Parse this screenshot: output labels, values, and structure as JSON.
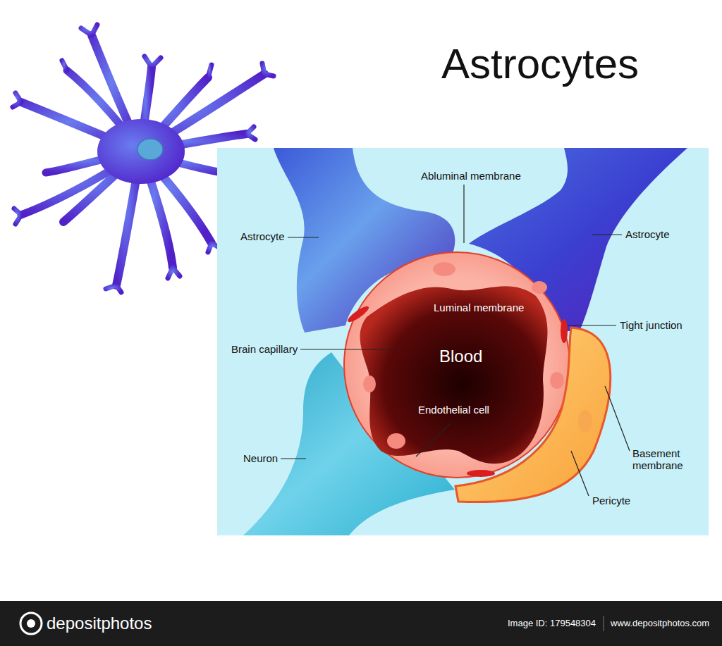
{
  "diagram": {
    "title": "Astrocytes",
    "labels": [
      "Abluminal membrane",
      "Astrocyte",
      "Astrocyte",
      "Luminal membrane",
      "Tight junction",
      "Brain capillary",
      "Blood",
      "Endothelial cell",
      "Neuron",
      "Basement membrane",
      "Pericyte",
      "depositphotos",
      "Image ID: 179548304",
      "www.depositphotos.com"
    ]
  }
}
